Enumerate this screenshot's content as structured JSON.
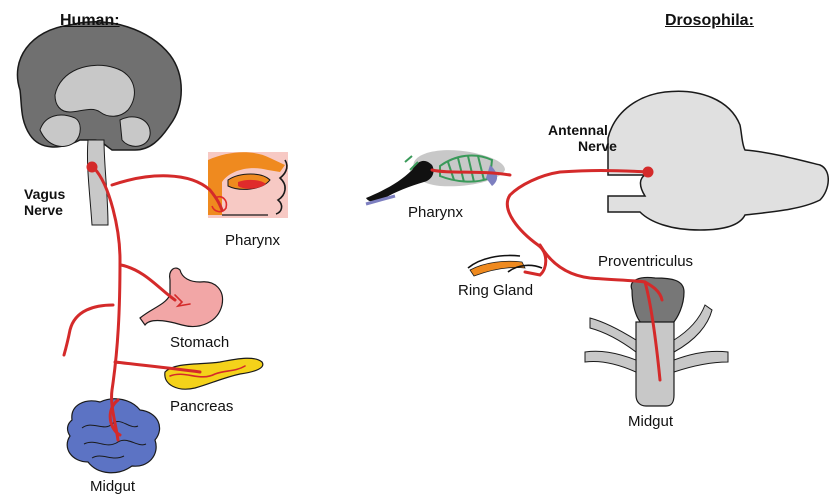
{
  "panels": {
    "human": {
      "title": "Human:",
      "labels": {
        "nerve_line1": "Vagus",
        "nerve_line2": "Nerve",
        "pharynx": "Pharynx",
        "stomach": "Stomach",
        "pancreas": "Pancreas",
        "midgut": "Midgut"
      }
    },
    "drosophila": {
      "title": "Drosophila:",
      "labels": {
        "nerve_line1": "Antennal",
        "nerve_line2": "Nerve",
        "pharynx": "Pharynx",
        "ring_gland": "Ring Gland",
        "proventriculus": "Proventriculus",
        "midgut": "Midgut"
      }
    }
  },
  "colors": {
    "nerve": "#d42a2a",
    "brain_dark": "#707070",
    "brain_light": "#c8c8c8",
    "stomach": "#f2a6a6",
    "pancreas": "#f4d21a",
    "intestine": "#5c73c4",
    "pharynx_orange": "#ef8a1f",
    "pharynx_pink": "#f7c9c4",
    "fly_green": "#3a9a5a",
    "fly_purple": "#7d7fc0"
  }
}
